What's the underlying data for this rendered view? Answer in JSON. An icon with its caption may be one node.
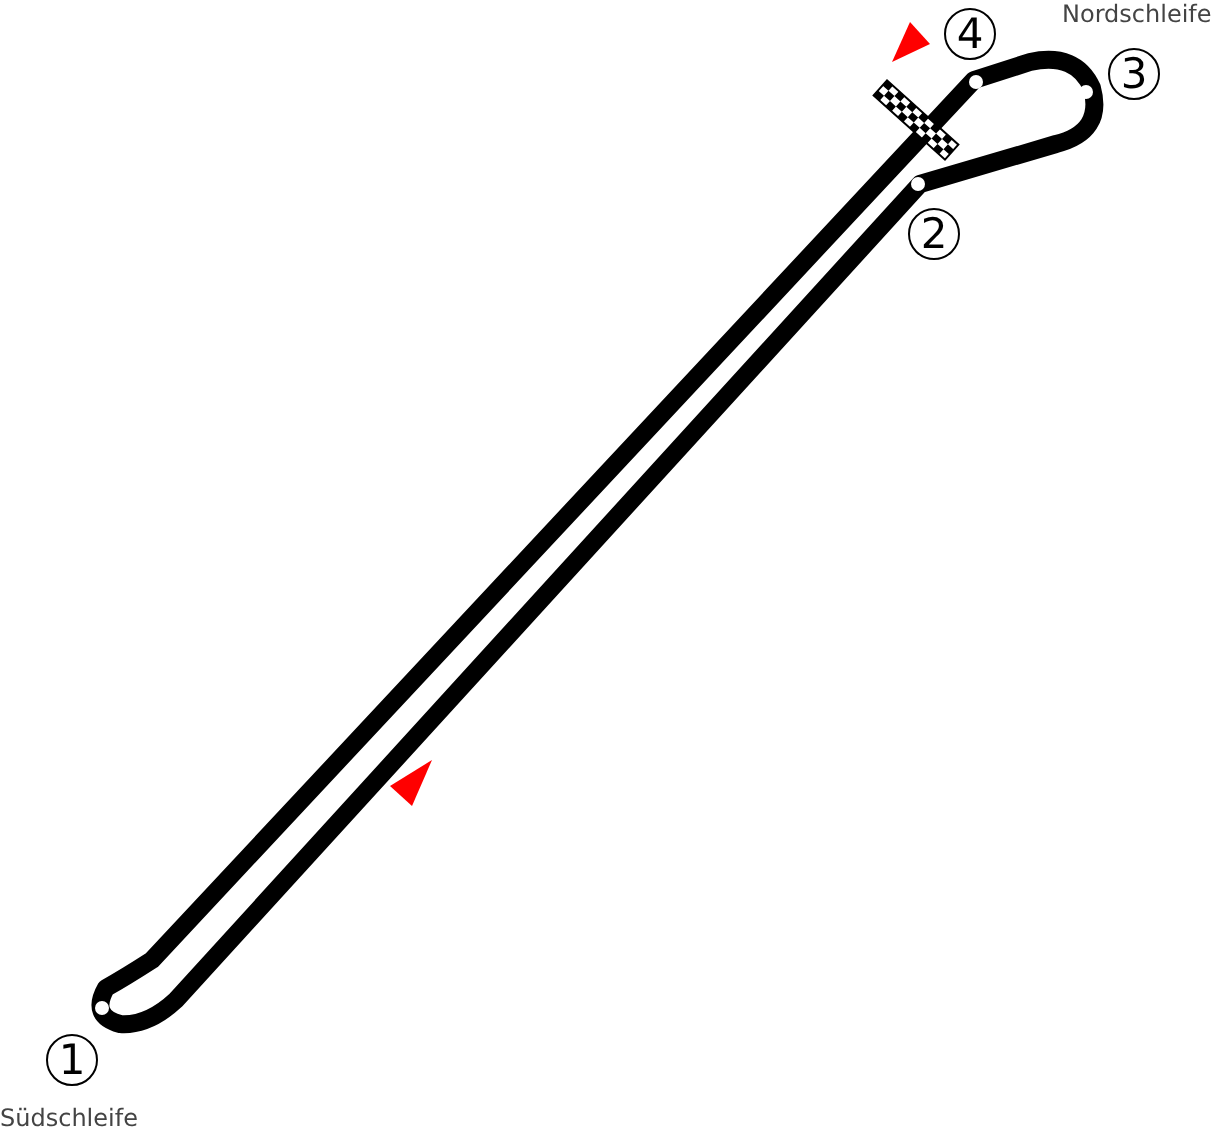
{
  "diagram": {
    "labels": [
      "4",
      "Nordschleife",
      "3",
      "2",
      "1",
      "Südschleife"
    ]
  }
}
